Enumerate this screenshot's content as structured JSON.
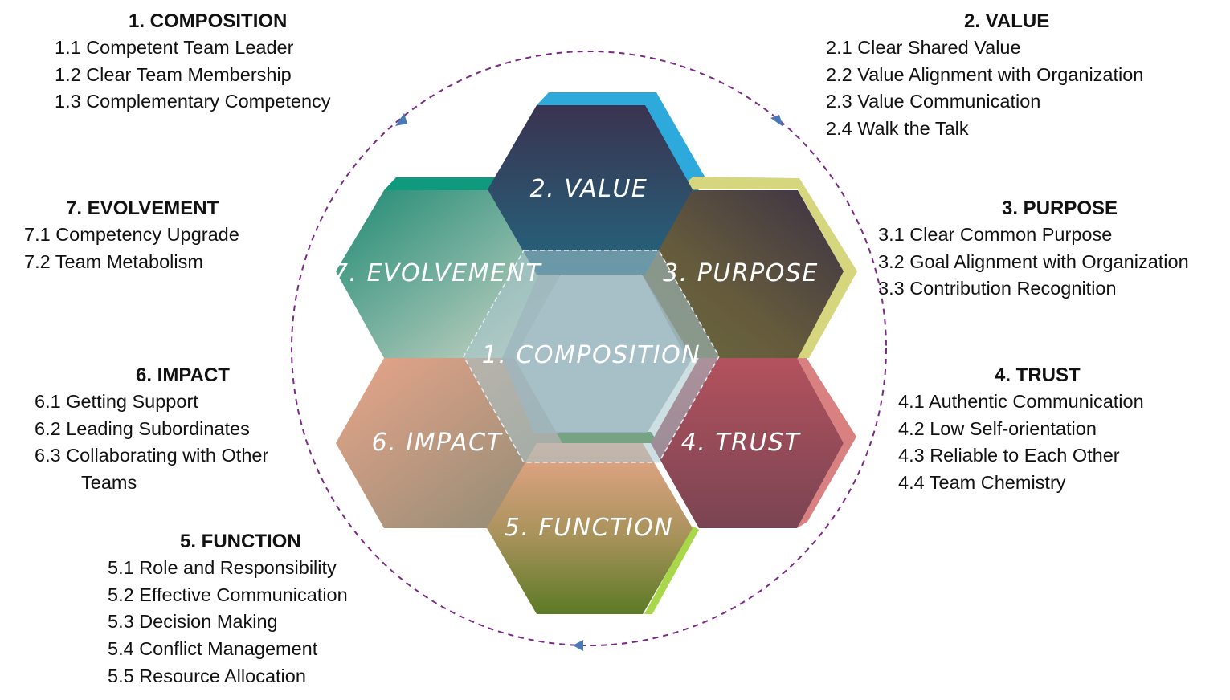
{
  "hexagons": [
    {
      "id": "composition",
      "label": "1. COMPOSITION"
    },
    {
      "id": "value",
      "label": "2. VALUE"
    },
    {
      "id": "purpose",
      "label": "3. PURPOSE"
    },
    {
      "id": "trust",
      "label": "4. TRUST"
    },
    {
      "id": "function",
      "label": "5. FUNCTION"
    },
    {
      "id": "impact",
      "label": "6. IMPACT"
    },
    {
      "id": "evolvement",
      "label": "7. EVOLVEMENT"
    }
  ],
  "groups": [
    {
      "id": "composition",
      "heading": "1. COMPOSITION",
      "items": [
        "1.1 Competent Team Leader",
        "1.2 Clear Team Membership",
        "1.3 Complementary Competency"
      ]
    },
    {
      "id": "value",
      "heading": "2. VALUE",
      "items": [
        "2.1 Clear Shared Value",
        "2.2 Value Alignment with Organization",
        "2.3 Value Communication",
        "2.4 Walk the Talk"
      ]
    },
    {
      "id": "purpose",
      "heading": "3. PURPOSE",
      "items": [
        "3.1 Clear Common Purpose",
        "3.2 Goal Alignment with Organization",
        "3.3 Contribution Recognition"
      ]
    },
    {
      "id": "trust",
      "heading": "4. TRUST",
      "items": [
        "4.1 Authentic Communication",
        "4.2 Low Self-orientation",
        "4.3 Reliable to Each Other",
        "4.4 Team Chemistry"
      ]
    },
    {
      "id": "function",
      "heading": "5. FUNCTION",
      "items": [
        "5.1 Role and Responsibility",
        "5.2 Effective Communication",
        "5.3 Decision Making",
        "5.4 Conflict Management",
        "5.5 Resource Allocation"
      ]
    },
    {
      "id": "impact",
      "heading": "6. IMPACT",
      "items": [
        "6.1 Getting Support",
        "6.2 Leading Subordinates",
        "6.3 Collaborating with Other",
        "Teams"
      ]
    },
    {
      "id": "evolvement",
      "heading": "7. EVOLVEMENT",
      "items": [
        "7.1 Competency Upgrade",
        "7.2 Team Metabolism"
      ]
    }
  ],
  "colors": {
    "cycle_arrow": "#7b2a86",
    "arrow_head": "#4a7ab5",
    "value": "#2b5a78",
    "purpose": "#6d5a3a",
    "trust": "#9a4a55",
    "function": "#b7955a",
    "impact": "#b89078",
    "evolvement": "#4a9a82",
    "composition": "#8fa9b0"
  }
}
